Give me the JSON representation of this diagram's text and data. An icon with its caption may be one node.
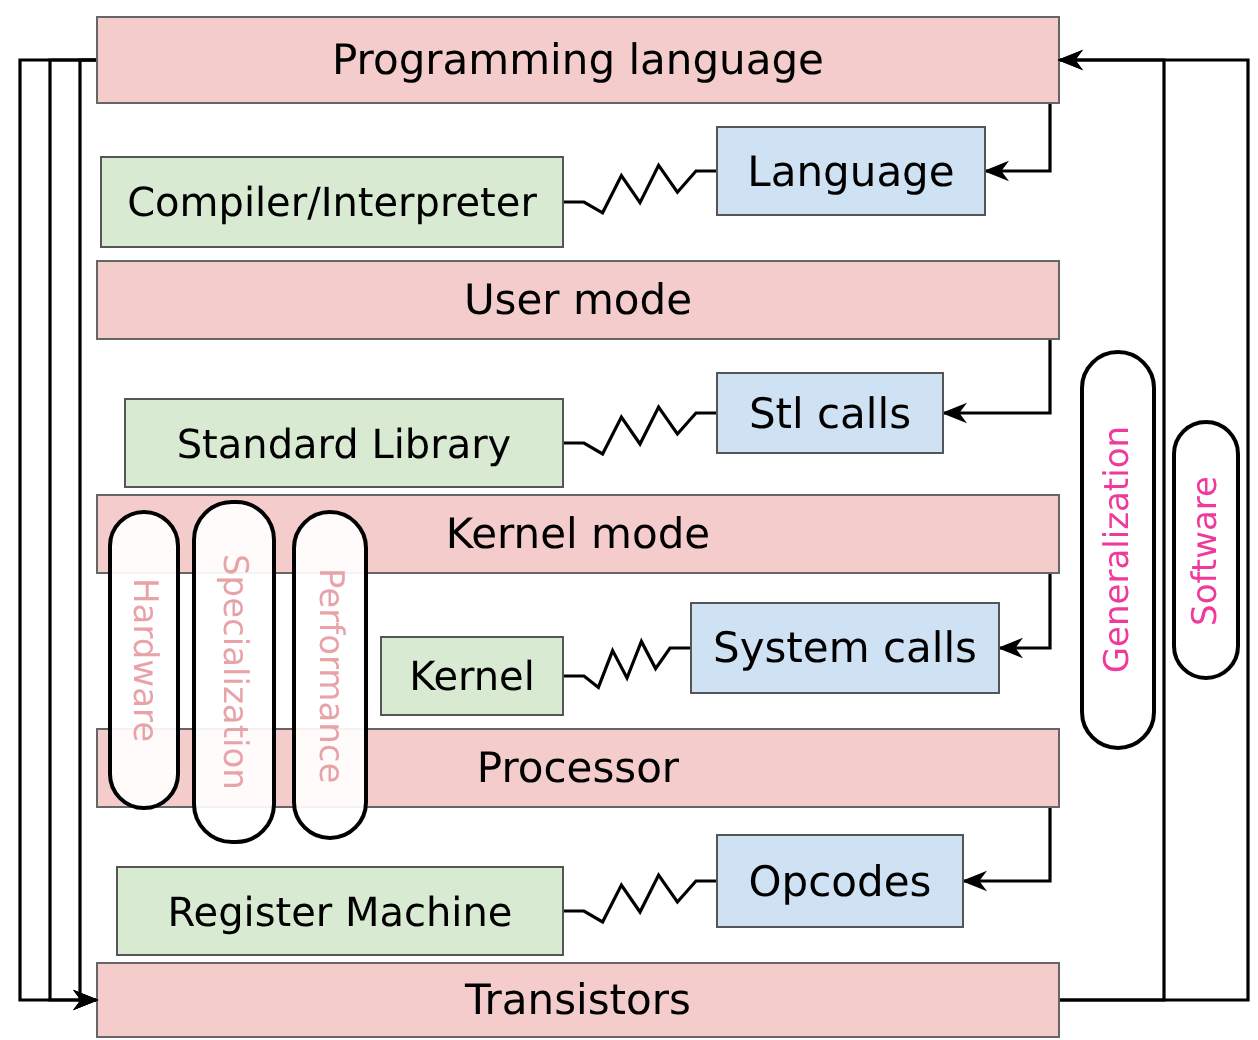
{
  "diagram": {
    "nodes": [
      {
        "text": [
          "Programming language"
        ]
      },
      {
        "text": [
          "Compiler/Interpreter"
        ]
      },
      {
        "text": [
          "Language"
        ]
      },
      {
        "text": [
          "User mode"
        ]
      },
      {
        "text": [
          "Standard Library"
        ]
      },
      {
        "text": [
          "Stl calls"
        ]
      },
      {
        "text": [
          "Hardware"
        ]
      },
      {
        "text": [
          "Specialization"
        ]
      },
      {
        "text": [
          "Performance"
        ]
      },
      {
        "text": [
          "Generalization"
        ]
      },
      {
        "text": [
          "Software"
        ]
      },
      {
        "text": [
          "Kernel mode"
        ]
      },
      {
        "text": [
          "Kernel"
        ]
      },
      {
        "text": [
          "System calls"
        ]
      },
      {
        "text": [
          "Processor"
        ]
      },
      {
        "text": [
          "Register Machine"
        ]
      },
      {
        "text": [
          "Opcodes"
        ]
      },
      {
        "text": [
          "Transistors"
        ]
      }
    ],
    "edges": [
      {
        "from": 0,
        "to": 2,
        "arrow": "to"
      },
      {
        "from": 1,
        "to": 2,
        "arrow": "none"
      },
      {
        "from": 3,
        "to": 5,
        "arrow": "to"
      },
      {
        "from": 4,
        "to": 5,
        "arrow": "none"
      },
      {
        "from": 11,
        "to": 13,
        "arrow": "to"
      },
      {
        "from": 12,
        "to": 13,
        "arrow": "none"
      },
      {
        "from": 14,
        "to": 16,
        "arrow": "to"
      },
      {
        "from": 15,
        "to": 16,
        "arrow": "none"
      },
      {
        "from": 0,
        "to": 17,
        "arrow": "to"
      },
      {
        "from": 0,
        "to": 17,
        "arrow": "to"
      },
      {
        "from": 0,
        "to": 17,
        "arrow": "to"
      },
      {
        "from": 17,
        "to": 0,
        "arrow": "to"
      },
      {
        "from": 17,
        "to": 0,
        "arrow": "to"
      }
    ]
  }
}
